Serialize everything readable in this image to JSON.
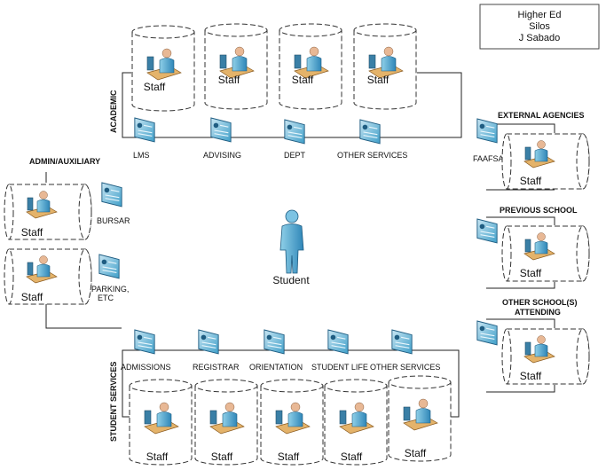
{
  "title_box": {
    "lines": [
      "Higher Ed",
      "Silos",
      "J Sabado"
    ]
  },
  "academic": {
    "heading": "ACADEMIC",
    "staff_label": "Staff",
    "services": [
      "LMS",
      "ADVISING",
      "DEPT",
      "OTHER SERVICES"
    ]
  },
  "admin": {
    "heading": "ADMIN/AUXILIARY",
    "staff_label": "Staff",
    "services": [
      "BURSAR",
      "PARKING,",
      "ETC"
    ]
  },
  "center": {
    "label": "Student"
  },
  "student_services": {
    "heading": "STUDENT SERVICES",
    "staff_label": "Staff",
    "services": [
      "ADMISSIONS",
      "REGISTRAR",
      "ORIENTATION",
      "STUDENT LIFE",
      "OTHER SERVICES"
    ]
  },
  "external": [
    {
      "heading": "EXTERNAL AGENCIES",
      "service": "FAAFSA",
      "staff_label": "Staff"
    },
    {
      "heading": "PREVIOUS SCHOOL",
      "service": "",
      "staff_label": "Staff"
    },
    {
      "heading_lines": [
        "OTHER SCHOOL(S)",
        "ATTENDING"
      ],
      "service": "",
      "staff_label": "Staff"
    }
  ]
}
